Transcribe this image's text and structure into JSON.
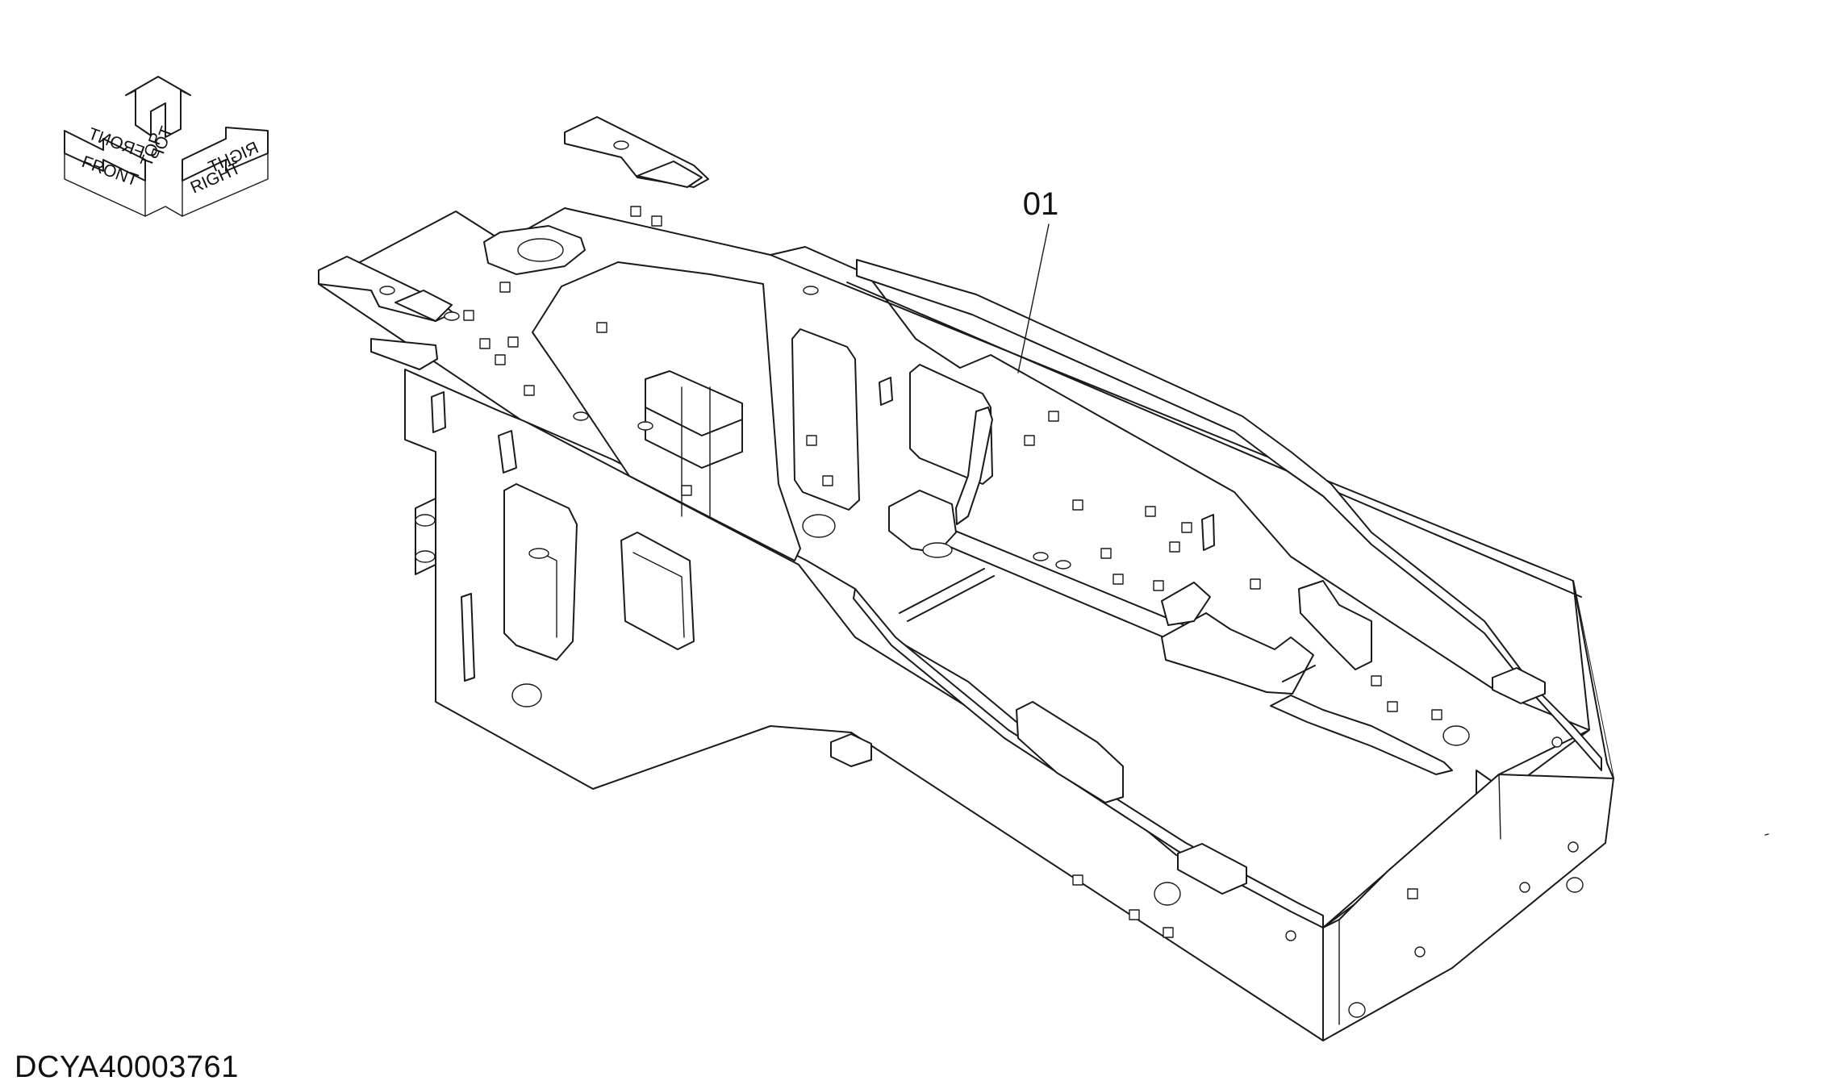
{
  "drawing_id": "DCYA40003761",
  "callouts": [
    {
      "label": "01"
    }
  ],
  "orientation": {
    "front": "FRONT",
    "top": "TOP",
    "right": "RIGHT"
  }
}
